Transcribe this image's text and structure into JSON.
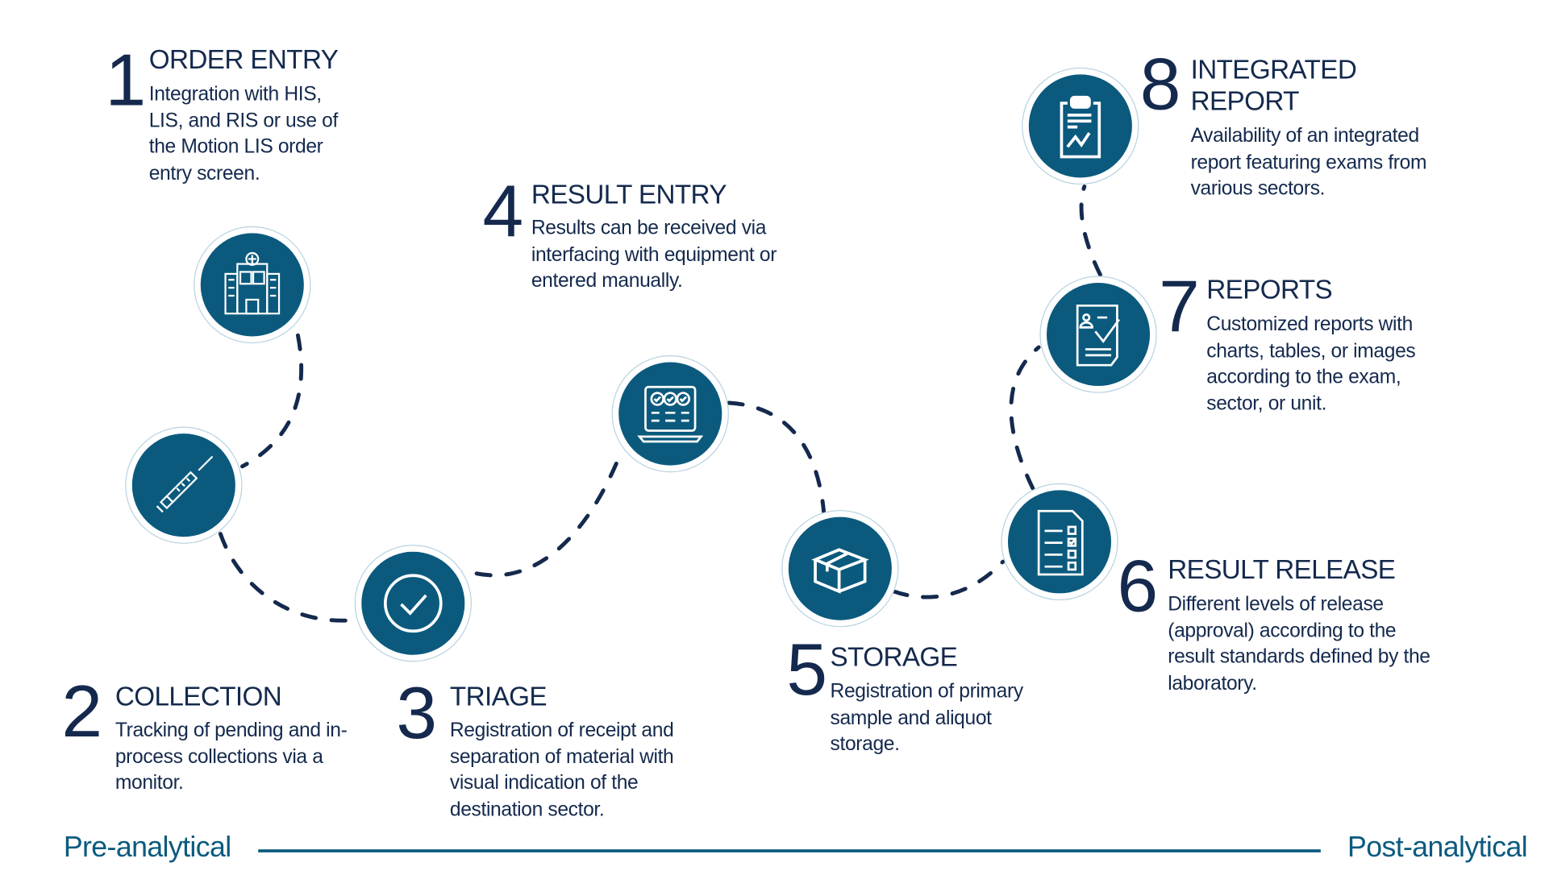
{
  "steps": [
    {
      "number": "1",
      "title": "ORDER ENTRY",
      "body": "Integration with HIS, LIS, and RIS or use of the Motion LIS order entry screen.",
      "icon": "hospital-icon"
    },
    {
      "number": "2",
      "title": "COLLECTION",
      "body": "Tracking of pending and in-process collections via a monitor.",
      "icon": "syringe-icon"
    },
    {
      "number": "3",
      "title": "TRIAGE",
      "body": "Registration of receipt and separation of material with visual indication of the destination sector.",
      "icon": "check-circle-icon"
    },
    {
      "number": "4",
      "title": "RESULT ENTRY",
      "body": "Results can be received via interfacing with equipment or entered manually.",
      "icon": "laptop-checklist-icon"
    },
    {
      "number": "5",
      "title": "STORAGE",
      "body": "Registration of primary sample and aliquot storage.",
      "icon": "box-icon"
    },
    {
      "number": "6",
      "title": "RESULT RELEASE",
      "body": "Different levels of release (approval) according to the result standards defined by the laboratory.",
      "icon": "checklist-document-icon"
    },
    {
      "number": "7",
      "title": "REPORTS",
      "body": "Customized reports with charts, tables, or images according to the exam, sector, or unit.",
      "icon": "report-check-icon"
    },
    {
      "number": "8",
      "title": "INTEGRATED REPORT",
      "body": "Availability of an integrated report featuring exams from various sectors.",
      "icon": "clipboard-chart-icon"
    }
  ],
  "footer": {
    "start": "Pre-analytical",
    "end": "Post-analytical"
  },
  "colors": {
    "text": "#14294d",
    "accent": "#0b5a7e"
  }
}
